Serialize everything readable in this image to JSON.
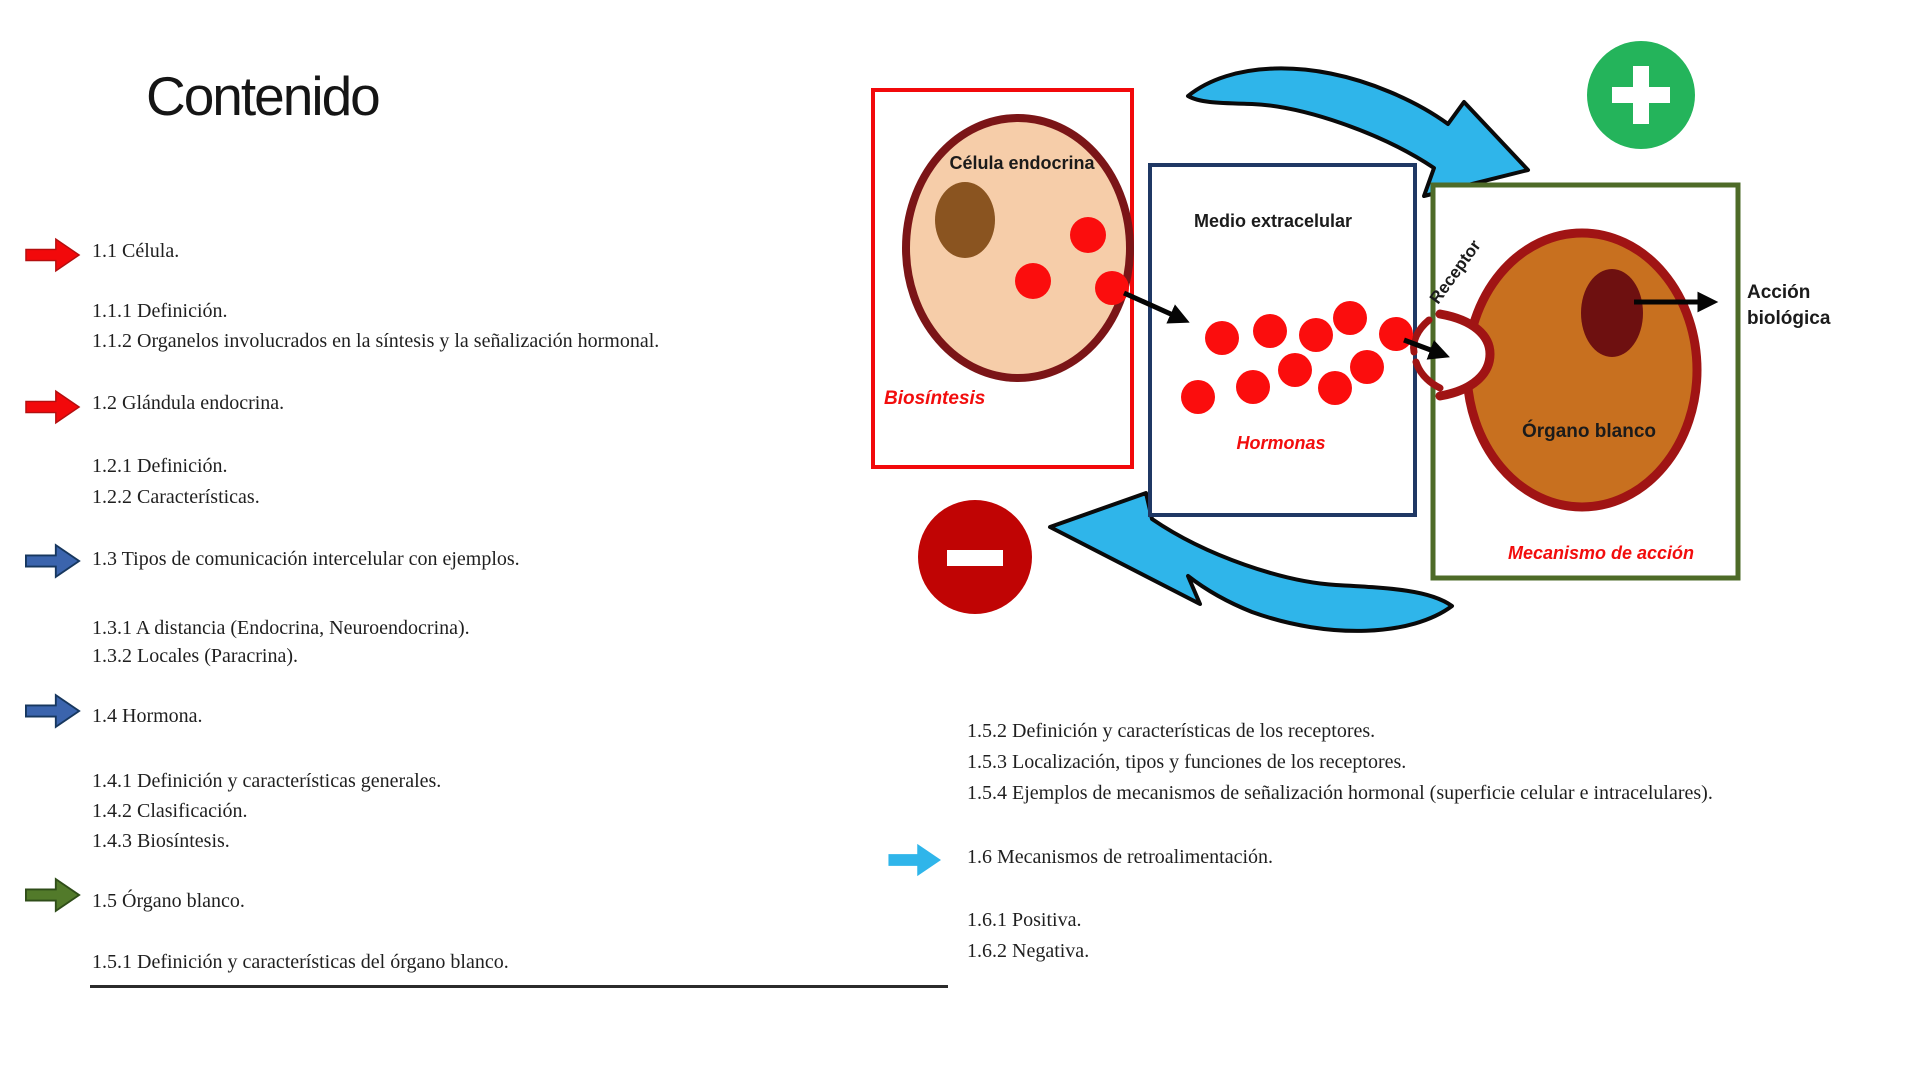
{
  "title": "Contenido",
  "toc": {
    "left": [
      {
        "text": "1.1 Célula.",
        "arrow": "red"
      },
      {
        "text": "1.1.1 Definición."
      },
      {
        "text": "1.1.2 Organelos involucrados en la síntesis y la señalización hormonal."
      },
      {
        "text": "1.2 Glándula endocrina.",
        "arrow": "red"
      },
      {
        "text": "1.2.1 Definición."
      },
      {
        "text": "1.2.2 Características."
      },
      {
        "text": "1.3 Tipos de comunicación intercelular con ejemplos.",
        "arrow": "blue"
      },
      {
        "text": "1.3.1 A distancia (Endocrina, Neuroendocrina)."
      },
      {
        "text": "1.3.2 Locales (Paracrina)."
      },
      {
        "text": "1.4 Hormona.",
        "arrow": "blue"
      },
      {
        "text": "1.4.1 Definición y características generales."
      },
      {
        "text": "1.4.2 Clasificación."
      },
      {
        "text": "1.4.3 Biosíntesis."
      },
      {
        "text": "1.5 Órgano blanco.",
        "arrow": "green"
      },
      {
        "text": "1.5.1 Definición y características del órgano blanco."
      }
    ],
    "right": [
      {
        "text": "1.5.2 Definición y características de los receptores."
      },
      {
        "text": "1.5.3 Localización, tipos y funciones de los receptores."
      },
      {
        "text": "1.5.4 Ejemplos de mecanismos de señalización hormonal (superficie celular e intracelulares)."
      },
      {
        "text": "1.6 Mecanismos de retroalimentación.",
        "arrow": "cyan"
      },
      {
        "text": "1.6.1 Positiva."
      },
      {
        "text": "1.6.2 Negativa."
      }
    ]
  },
  "diagram": {
    "cell_label": "Célula endocrina",
    "biosynthesis_label": "Biosíntesis",
    "medium_label": "Medio extracelular",
    "hormones_label": "Hormonas",
    "receptor_label": "Receptor",
    "organ_label": "Órgano blanco",
    "mechanism_label": "Mecanismo de acción",
    "action_label": "Acción biológica",
    "icons": {
      "positive_feedback": "plus-circle",
      "negative_feedback": "minus-circle"
    }
  },
  "colors": {
    "red": "#f2090b",
    "red_dark": "#b30f0f",
    "blue": "#3b64ad",
    "blue_dark": "#17375e",
    "green": "#527a2a",
    "green_dark": "#2f4d19",
    "cyan": "#2fb5ea",
    "navy": "#1f3864",
    "olive": "#4e6b28",
    "peach": "#f6cda9",
    "maroon": "#7b1517",
    "brown": "#8a5420",
    "orange": "#c8701f",
    "organ_border": "#a01414",
    "organ_nucleus": "#6e1010",
    "dot": "#fb0d0d",
    "plus": "#24b45b",
    "minus": "#c00404",
    "ink": "#1f1f1f",
    "label_red": "#f20d0d"
  }
}
